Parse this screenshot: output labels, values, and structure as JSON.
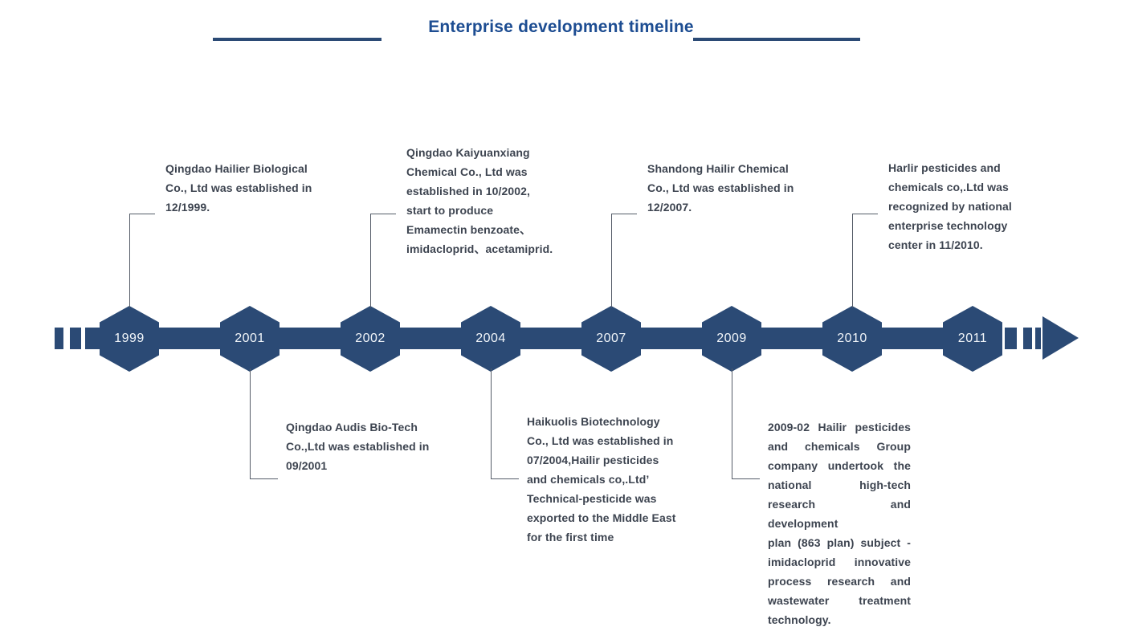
{
  "title": "Enterprise development timeline",
  "colors": {
    "navy": "#2b4a75",
    "title_blue": "#1d4d92",
    "body_text": "#3d4450",
    "connector": "#555c68",
    "year_text": "#f2f6fa"
  },
  "timeline": {
    "direction": "left-to-right",
    "arrow": "right-arrow",
    "events": [
      {
        "year": "1999",
        "side": "top",
        "lines": [
          "Qingdao Hailier Biological",
          "Co., Ltd was established in",
          "12/1999."
        ]
      },
      {
        "year": "2001",
        "side": "bottom",
        "lines": [
          "Qingdao Audis Bio-Tech",
          "Co.,Ltd was established in",
          "09/2001"
        ]
      },
      {
        "year": "2002",
        "side": "top",
        "lines": [
          "Qingdao Kaiyuanxiang",
          "Chemical Co., Ltd was",
          "established in 10/2002,",
          "start to produce",
          "Emamectin benzoate、",
          "imidacloprid、acetamiprid."
        ]
      },
      {
        "year": "2004",
        "side": "bottom",
        "lines": [
          "Haikuolis Biotechnology",
          "Co., Ltd was established in",
          "07/2004,Hailir pesticides",
          "and chemicals co,.Ltd’",
          "Technical-pesticide was",
          "exported to the Middle East",
          "for the first time"
        ]
      },
      {
        "year": "2007",
        "side": "top",
        "lines": [
          "Shandong Hailir Chemical",
          "Co., Ltd was established in",
          "12/2007."
        ]
      },
      {
        "year": "2009",
        "side": "bottom",
        "justified": true,
        "lines": [
          "2009-02 Hailir pesticides",
          "and chemicals Group",
          "company undertook the",
          "national high-tech",
          "research and development",
          "plan (863 plan) subject -",
          "imidacloprid innovative",
          "process research and",
          "wastewater treatment",
          "technology."
        ]
      },
      {
        "year": "2010",
        "side": "top",
        "lines": [
          "Harlir pesticides and",
          "chemicals co,.Ltd was",
          "recognized by national",
          "enterprise technology",
          "center in 11/2010."
        ]
      },
      {
        "year": "2011",
        "side": "none",
        "lines": []
      }
    ]
  }
}
